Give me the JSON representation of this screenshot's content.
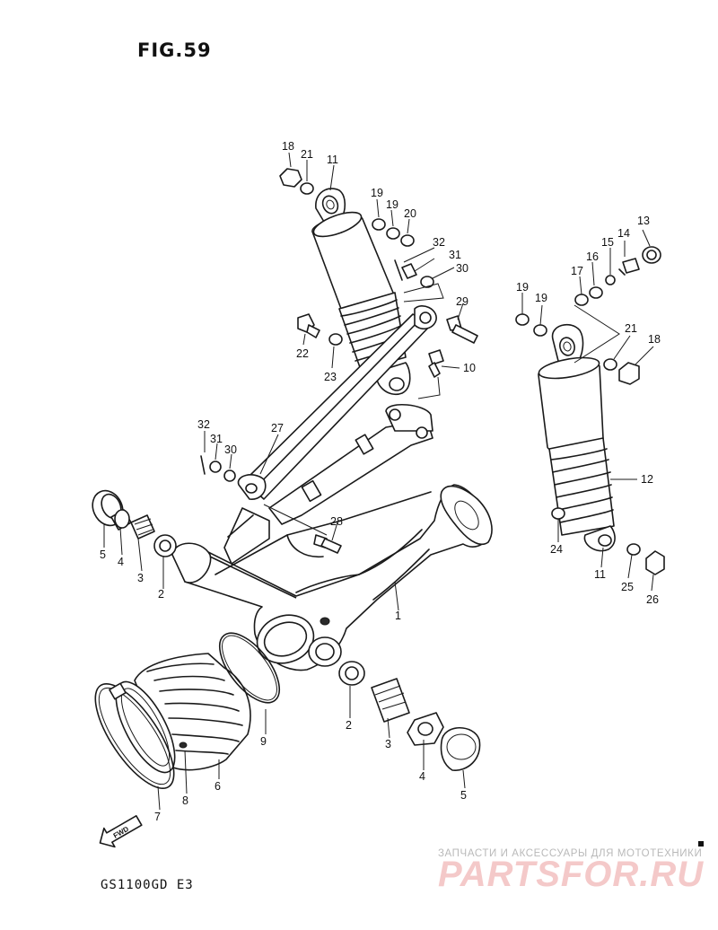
{
  "figure_title": "FIG.59",
  "model_code": "GS1100GD E3",
  "fwd_label": "FWD",
  "watermark": {
    "tagline": "ЗАПЧАСТИ И АКСЕССУАРЫ ДЛЯ МОТОТЕХНИКИ",
    "logo": "PARTSFOR.RU",
    "color": "#f4c9c9"
  },
  "callouts": [
    "1",
    "2",
    "2",
    "3",
    "3",
    "4",
    "4",
    "5",
    "5",
    "6",
    "7",
    "8",
    "9",
    "10",
    "11",
    "11",
    "12",
    "13",
    "14",
    "15",
    "16",
    "17",
    "18",
    "18",
    "19",
    "19",
    "19",
    "19",
    "20",
    "21",
    "21",
    "22",
    "23",
    "24",
    "25",
    "26",
    "27",
    "28",
    "29",
    "30",
    "30",
    "31",
    "31",
    "32",
    "32"
  ]
}
